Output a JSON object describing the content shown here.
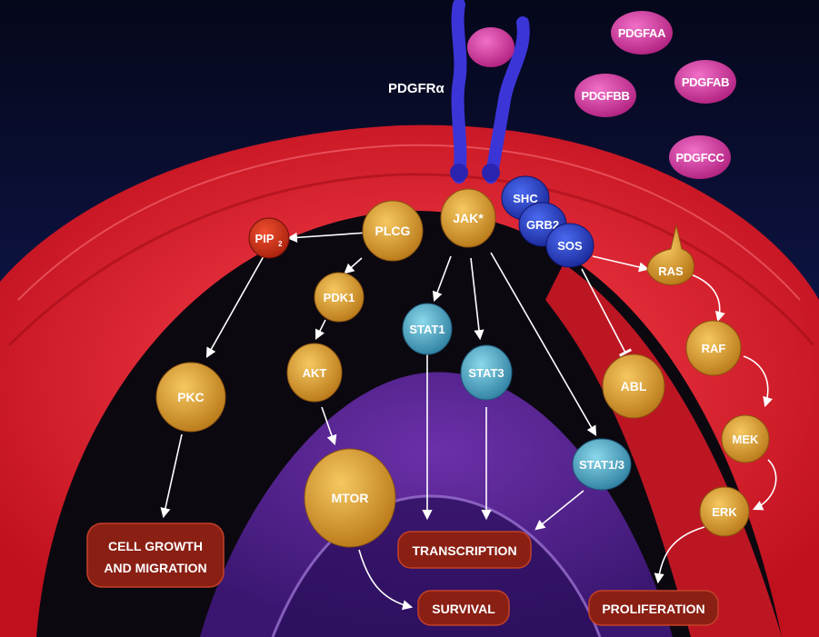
{
  "receptor": {
    "label": "PDGFRα"
  },
  "ligands": [
    "PDGFAA",
    "PDGFBB",
    "PDGFAB",
    "PDGFCC"
  ],
  "proteins": {
    "jak": "JAK*",
    "plcg": "PLCG",
    "pip2": "PIP",
    "pip2_sub": "2",
    "shc": "SHC",
    "grb2": "GRB2",
    "sos": "SOS",
    "ras": "RAS",
    "pdk1": "PDK1",
    "akt": "AKT",
    "pkc": "PKC",
    "mtor": "MTOR",
    "stat1": "STAT1",
    "stat3": "STAT3",
    "stat13": "STAT1/3",
    "abl": "ABL",
    "raf": "RAF",
    "mek": "MEK",
    "erk": "ERK"
  },
  "outcomes": {
    "cell_growth_line1": "CELL GROWTH",
    "cell_growth_line2": "AND MIGRATION",
    "transcription": "TRANSCRIPTION",
    "survival": "SURVIVAL",
    "proliferation": "PROLIFERATION"
  },
  "colors": {
    "background_top": "#070a1e",
    "background_bottom": "#1a2a6e",
    "membrane": "#e8202e",
    "cytoplasm": "#0e0a10",
    "nucleus": "#5a2590",
    "receptor": "#3b35d8",
    "ligand": "#e03ca8",
    "orange_protein": "#e0a030",
    "blue_protein": "#2240c8",
    "stat_protein": "#5ab4d0",
    "outcome_box": "#8a1f14"
  }
}
